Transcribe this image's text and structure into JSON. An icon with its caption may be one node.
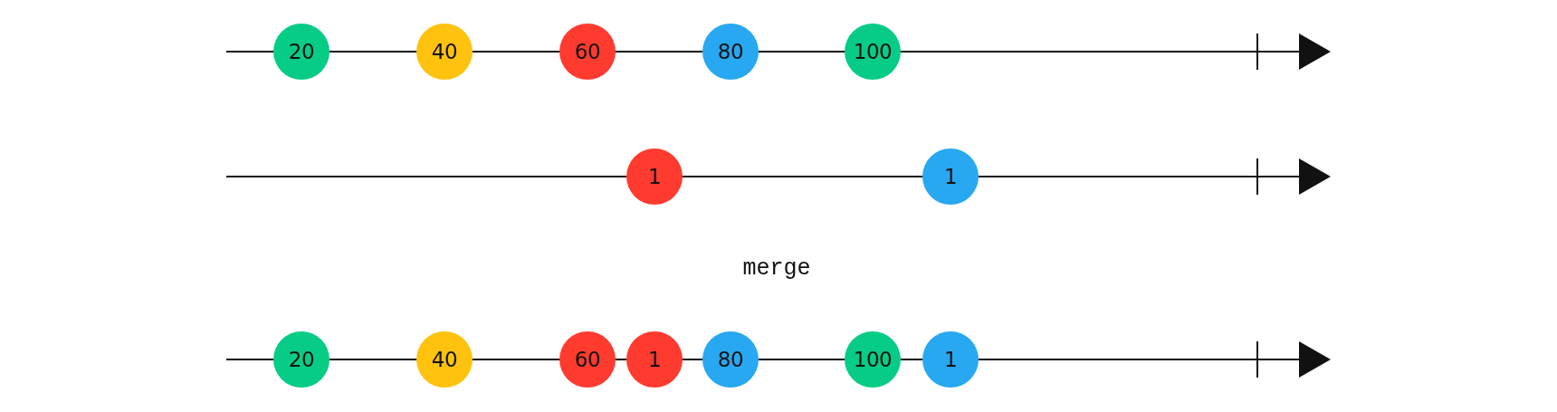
{
  "diagram": {
    "nodes": [
      {
        "text": [
          "20"
        ]
      },
      {
        "text": [
          "40"
        ]
      },
      {
        "text": [
          "60"
        ]
      },
      {
        "text": [
          "80"
        ]
      },
      {
        "text": [
          "100"
        ]
      },
      {
        "text": [
          "1"
        ]
      },
      {
        "text": [
          "1"
        ]
      },
      {
        "text": [
          "20"
        ]
      },
      {
        "text": [
          "40"
        ]
      },
      {
        "text": [
          "60"
        ]
      },
      {
        "text": [
          "1"
        ]
      },
      {
        "text": [
          "80"
        ]
      },
      {
        "text": [
          "100"
        ]
      },
      {
        "text": [
          "1"
        ]
      }
    ],
    "labels": [
      "merge"
    ]
  }
}
